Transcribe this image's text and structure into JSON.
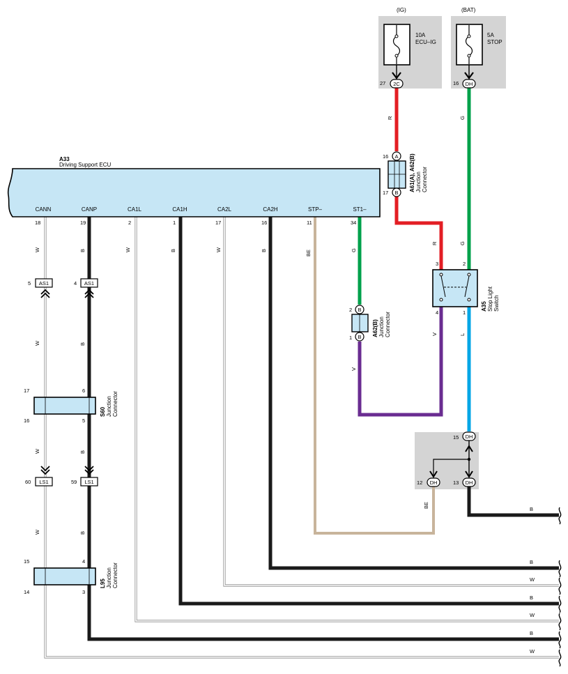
{
  "ecu": {
    "code": "A33",
    "name": "Driving Support ECU"
  },
  "ecu_terminals": [
    {
      "name": "CANN",
      "pin": "18",
      "color": "W"
    },
    {
      "name": "CANP",
      "pin": "19",
      "color": "B"
    },
    {
      "name": "CA1L",
      "pin": "2",
      "color": "W"
    },
    {
      "name": "CA1H",
      "pin": "1",
      "color": "B"
    },
    {
      "name": "CA2L",
      "pin": "17",
      "color": "W"
    },
    {
      "name": "CA2H",
      "pin": "16",
      "color": "B"
    },
    {
      "name": "STP–",
      "pin": "11",
      "color": "BE"
    },
    {
      "name": "ST1–",
      "pin": "34",
      "color": "G"
    }
  ],
  "fuse_ig": {
    "supply": "(IG)",
    "rating": "10A",
    "name": "ECU–IG",
    "pin": "27",
    "connector": "2C"
  },
  "fuse_bat": {
    "supply": "(BAT)",
    "rating": "5A",
    "name": "STOP",
    "pin": "16",
    "connector": "DH"
  },
  "junction_a61": {
    "code": "A61(A), A62(B)",
    "label1": "Junction",
    "label2": "Connector",
    "pin_top": "16",
    "conn_top": "A",
    "pin_bottom": "17",
    "conn_bottom": "B"
  },
  "junction_a62": {
    "code": "A62(B)",
    "label1": "Junction",
    "label2": "Connector",
    "pin_top": "2",
    "conn_top": "B",
    "pin_bottom": "1",
    "conn_bottom": "B"
  },
  "stop_light_switch": {
    "code": "A35",
    "label1": "Stop Light",
    "label2": "Switch",
    "pin_tl": "3",
    "pin_tr": "2",
    "pin_bl": "4",
    "pin_br": "1"
  },
  "junction_s60": {
    "code": "S60",
    "label1": "Junction",
    "label2": "Connector",
    "pin_tl": "17",
    "pin_tr": "6",
    "pin_bl": "16",
    "pin_br": "5"
  },
  "junction_l95": {
    "code": "L95",
    "label1": "Junction",
    "label2": "Connector",
    "pin_tl": "15",
    "pin_tr": "4",
    "pin_bl": "14",
    "pin_br": "3"
  },
  "connector_as1": [
    {
      "pin": "5",
      "label": "AS1"
    },
    {
      "pin": "4",
      "label": "AS1"
    }
  ],
  "connector_ls1": [
    {
      "pin": "60",
      "label": "LS1"
    },
    {
      "pin": "59",
      "label": "LS1"
    }
  ],
  "dh_connector": {
    "pin_in": "15",
    "pin_left": "12",
    "pin_right": "13",
    "label": "DH"
  },
  "wire_colors": {
    "r_upper": "R",
    "g_upper": "G",
    "r_lower": "R",
    "g_lower": "G",
    "v_switch": "V",
    "v_junction": "V",
    "l": "L",
    "be_drop": "BE",
    "g_st1": "G",
    "w_cann_1": "W",
    "w_cann_2": "W",
    "w_cann_3": "W",
    "b_canp_1": "B",
    "b_canp_2": "B",
    "b_canp_3": "B",
    "w_ca1l": "W",
    "b_ca1h": "B",
    "w_ca2l": "W",
    "b_ca2h": "B",
    "be_stp": "BE"
  },
  "outputs": [
    "B",
    "B",
    "W",
    "B",
    "W",
    "B",
    "W"
  ],
  "colors": {
    "ecu_fill": "#c6e6f5",
    "red": "#e31e24",
    "green": "#00a14b",
    "blue": "#00a6e6",
    "violet": "#6a2c91",
    "beige": "#c8b49b",
    "black": "#1a1a1a",
    "gray_box": "#d4d4d4"
  }
}
